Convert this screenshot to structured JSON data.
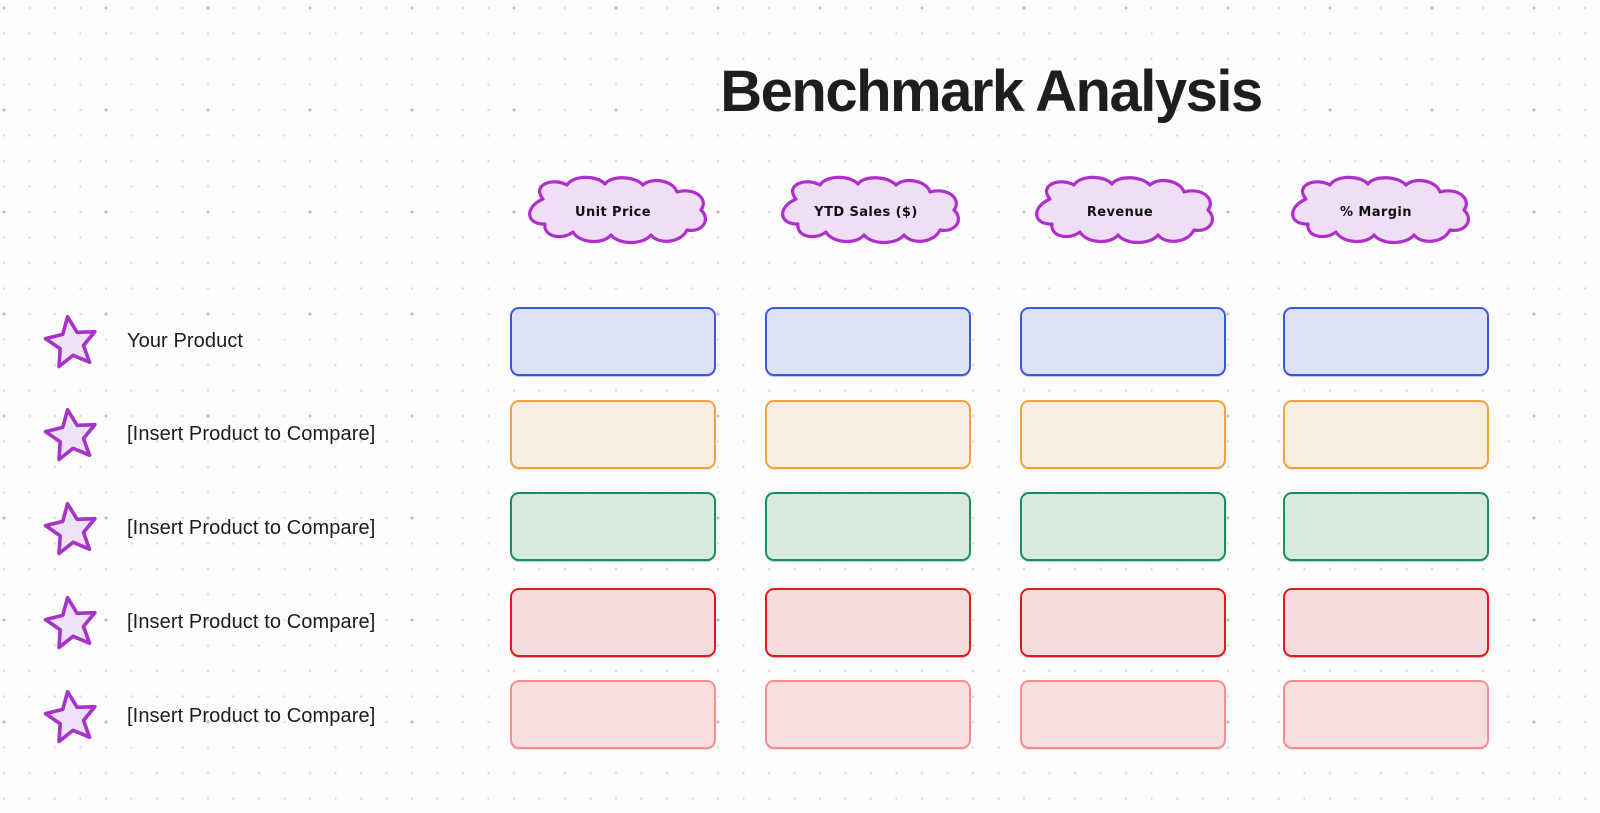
{
  "title": "Benchmark Analysis",
  "columns": [
    {
      "label": "Unit Price"
    },
    {
      "label": "YTD Sales ($)"
    },
    {
      "label": "Revenue"
    },
    {
      "label": "% Margin"
    }
  ],
  "rows": [
    {
      "label": "Your Product",
      "cell_border": "#3b58dc",
      "cell_fill": "#dde2f6"
    },
    {
      "label": "[Insert Product to Compare]",
      "cell_border": "#efa43f",
      "cell_fill": "#f8efe2"
    },
    {
      "label": "[Insert Product to Compare]",
      "cell_border": "#179059",
      "cell_fill": "#d7eae0"
    },
    {
      "label": "[Insert Product to Compare]",
      "cell_border": "#e01b20",
      "cell_fill": "#f5dcdc"
    },
    {
      "label": "[Insert Product to Compare]",
      "cell_border": "#f68e8e",
      "cell_fill": "#f8dfdf"
    }
  ],
  "icons": {
    "row_marker": "star-icon",
    "column_header_shape": "cloud-shape-icon"
  },
  "colors": {
    "cloud_border": "#ae2fc9",
    "cloud_fill": "#efdef6",
    "star_border": "#a733c8",
    "star_fill": "#eee2f6",
    "title_color": "#1e1e1e",
    "label_color": "#1c1c1c",
    "background": "#fcfcfc",
    "dot_minor": "#dedede",
    "dot_major": "#c2c2c2"
  }
}
